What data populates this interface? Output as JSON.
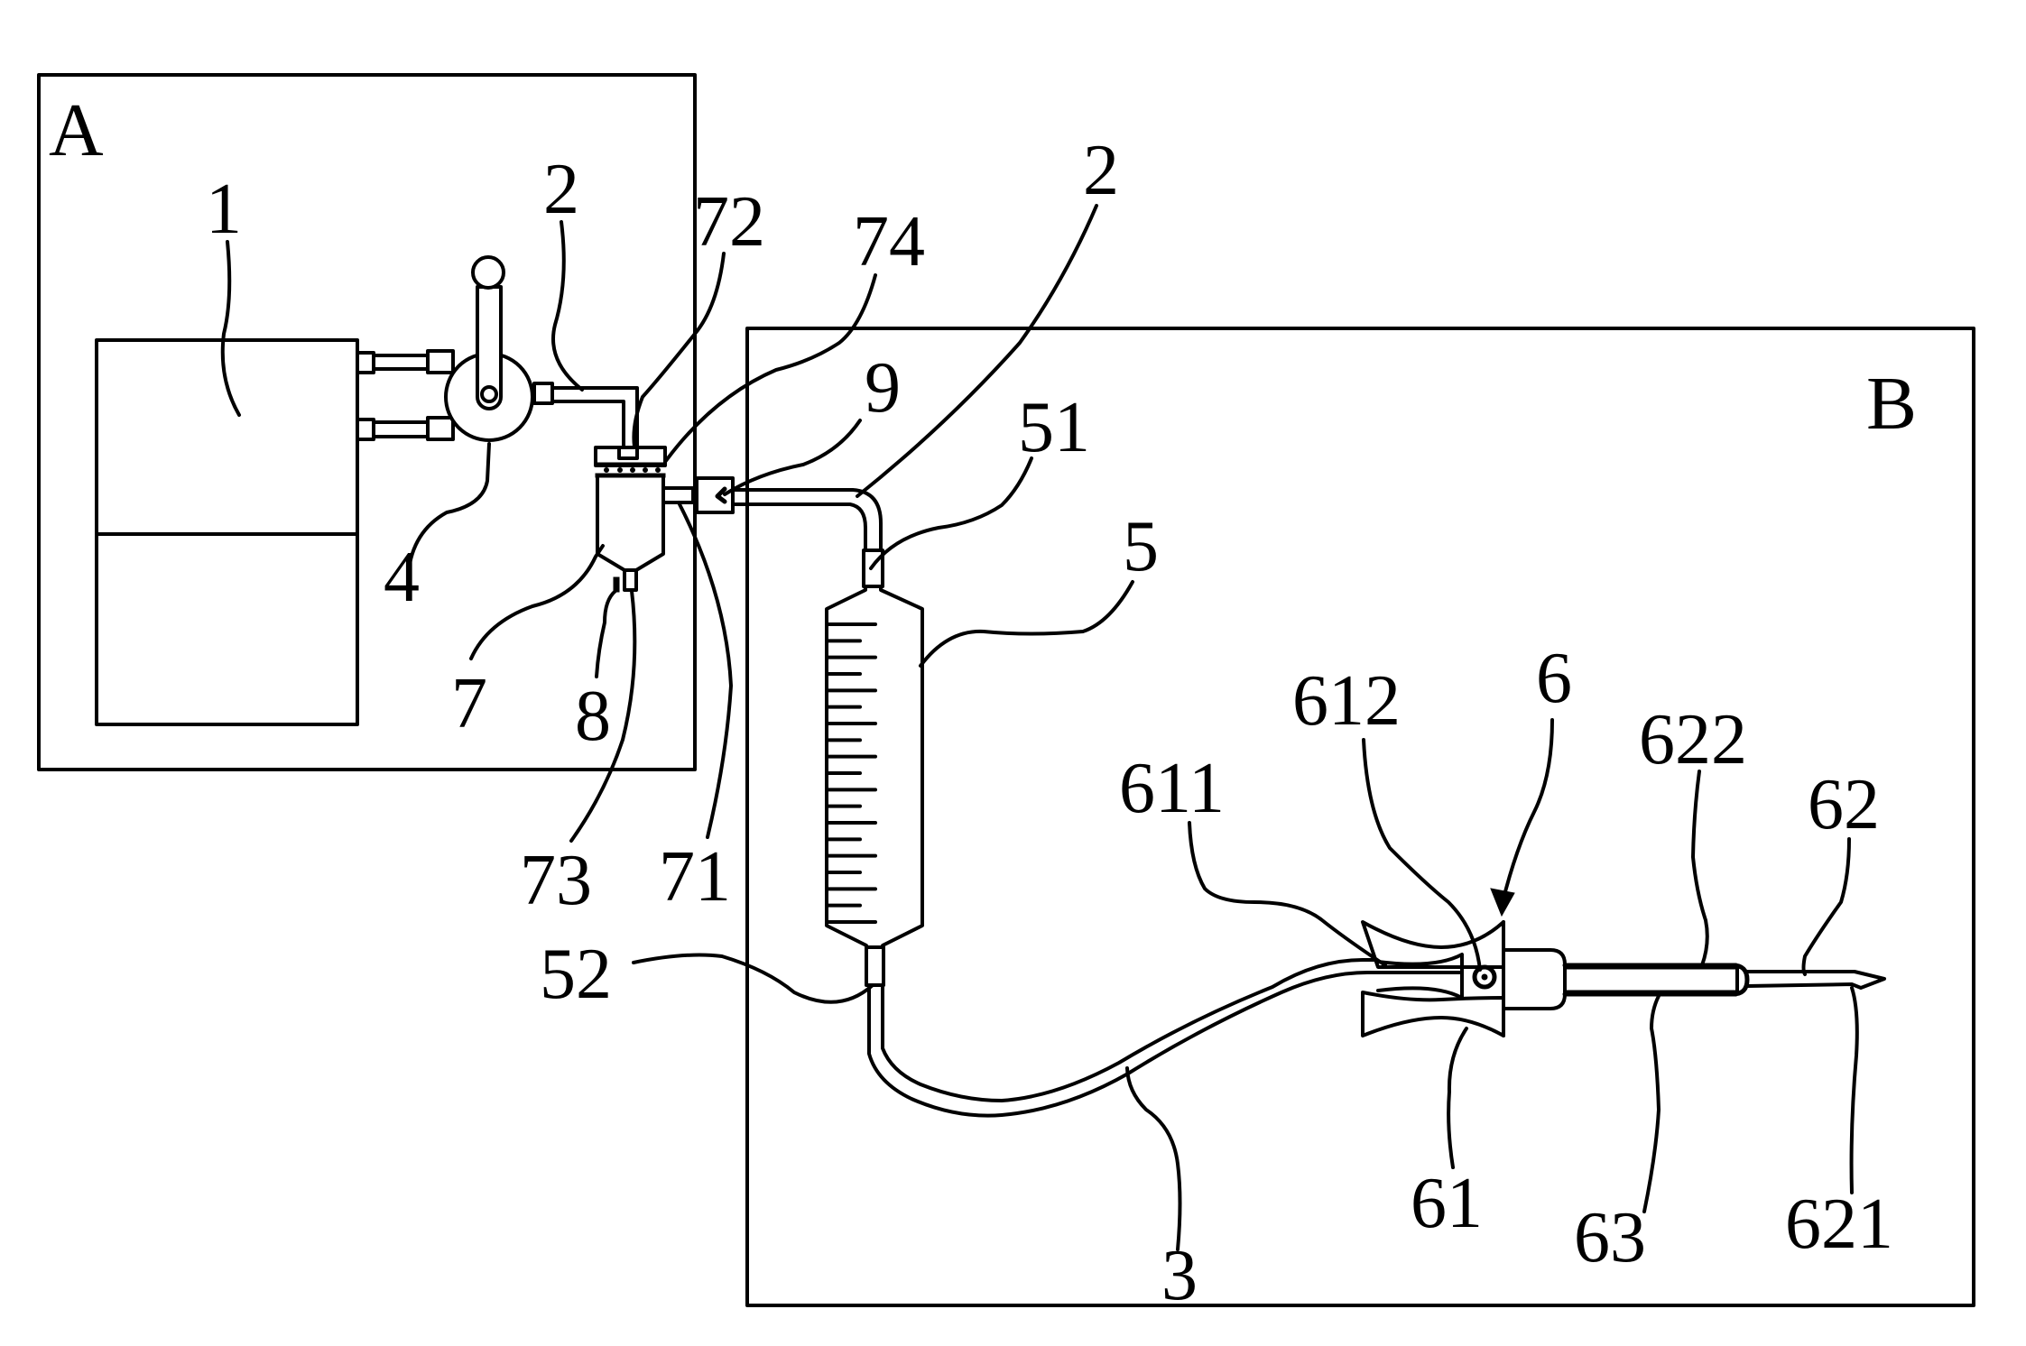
{
  "figure": {
    "description": "Patent drawing of a fluid infusion apparatus with a pump unit (A) and a graduated column / needle assembly (B)",
    "colors": {
      "ink": "#000000",
      "paper": "#ffffff"
    },
    "regions": [
      {
        "id": "A",
        "label": "A"
      },
      {
        "id": "B",
        "label": "B"
      }
    ],
    "reference_labels": {
      "tank": "1",
      "pipe_left": "2",
      "pipe_right": "2",
      "tube": "3",
      "pump": "4",
      "column": "5",
      "column_top_port": "51",
      "column_bottom_port": "52",
      "needle_assembly": "6",
      "hub": "61",
      "hub_channel": "611",
      "hub_port": "612",
      "needle": "62",
      "needle_tip": "621",
      "needle_sleeve_end": "622",
      "sheath": "63",
      "filter": "7",
      "filter_outlet": "71",
      "filter_inlet": "72",
      "filter_drain": "73",
      "filter_mesh": "74",
      "valve": "8",
      "connector": "9"
    },
    "column_graduations": 19
  }
}
